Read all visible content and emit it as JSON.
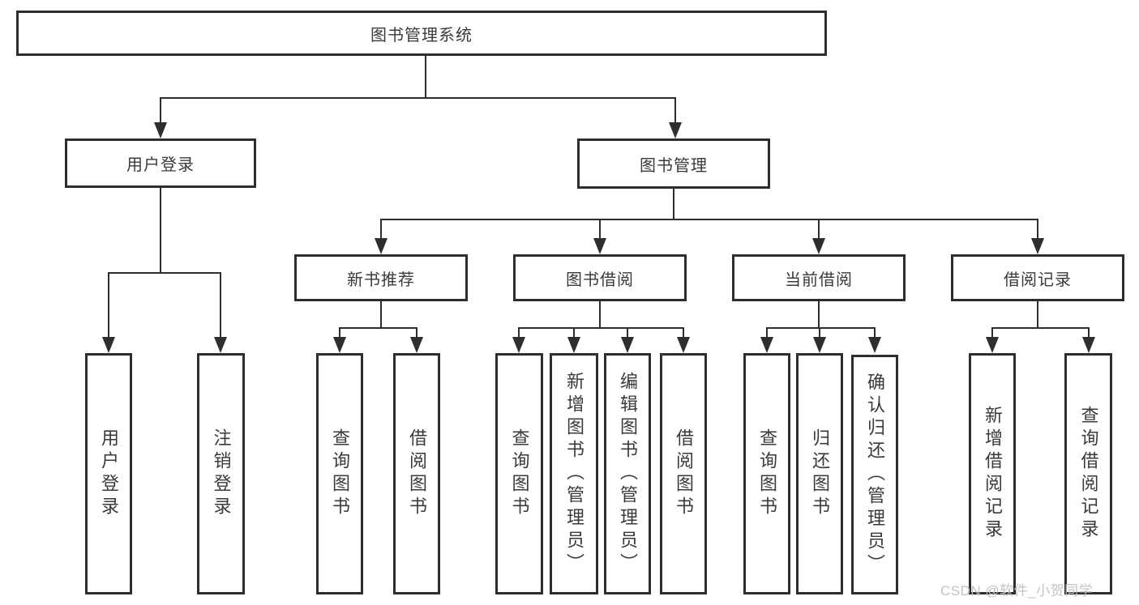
{
  "diagram": {
    "title": "图书管理系统",
    "branches": [
      {
        "label": "用户登录",
        "children": [
          "用户登录",
          "注销登录"
        ]
      },
      {
        "label": "图书管理",
        "groups": [
          {
            "label": "新书推荐",
            "children": [
              "查询图书",
              "借阅图书"
            ]
          },
          {
            "label": "图书借阅",
            "children": [
              "查询图书",
              "新增图书（管理员）",
              "编辑图书（管理员）",
              "借阅图书"
            ]
          },
          {
            "label": "当前借阅",
            "children": [
              "查询图书",
              "归还图书",
              "确认归还（管理员）"
            ]
          },
          {
            "label": "借阅记录",
            "children": [
              "新增借阅记录",
              "查询借阅记录"
            ]
          }
        ]
      }
    ]
  },
  "watermark": {
    "text": "CSDN @软件_小贺同学"
  },
  "colors": {
    "line": "#2e2e2e",
    "text": "#3a3a3a",
    "background": "#ffffff",
    "watermark": "#c0c0c0"
  }
}
